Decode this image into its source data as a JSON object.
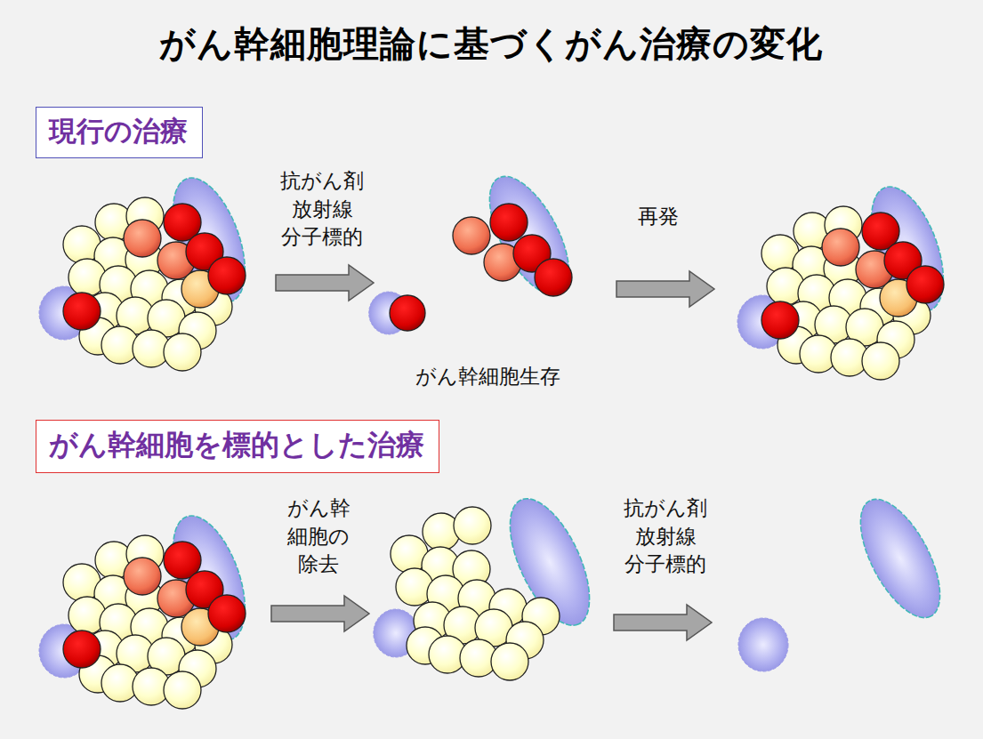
{
  "diagram": {
    "title": "がん幹細胞理論に基づくがん治療の変化",
    "nodes": [
      {
        "text": [
          "現行の治療"
        ]
      },
      {
        "text": [
          "がん幹細胞を標的とした治療"
        ]
      }
    ],
    "labels": [
      "抗がん剤 放射線 分子標的",
      "再発",
      "がん幹細胞生存",
      "がん幹 細胞の 除去",
      "抗がん剤 放射線 分子標的"
    ]
  }
}
